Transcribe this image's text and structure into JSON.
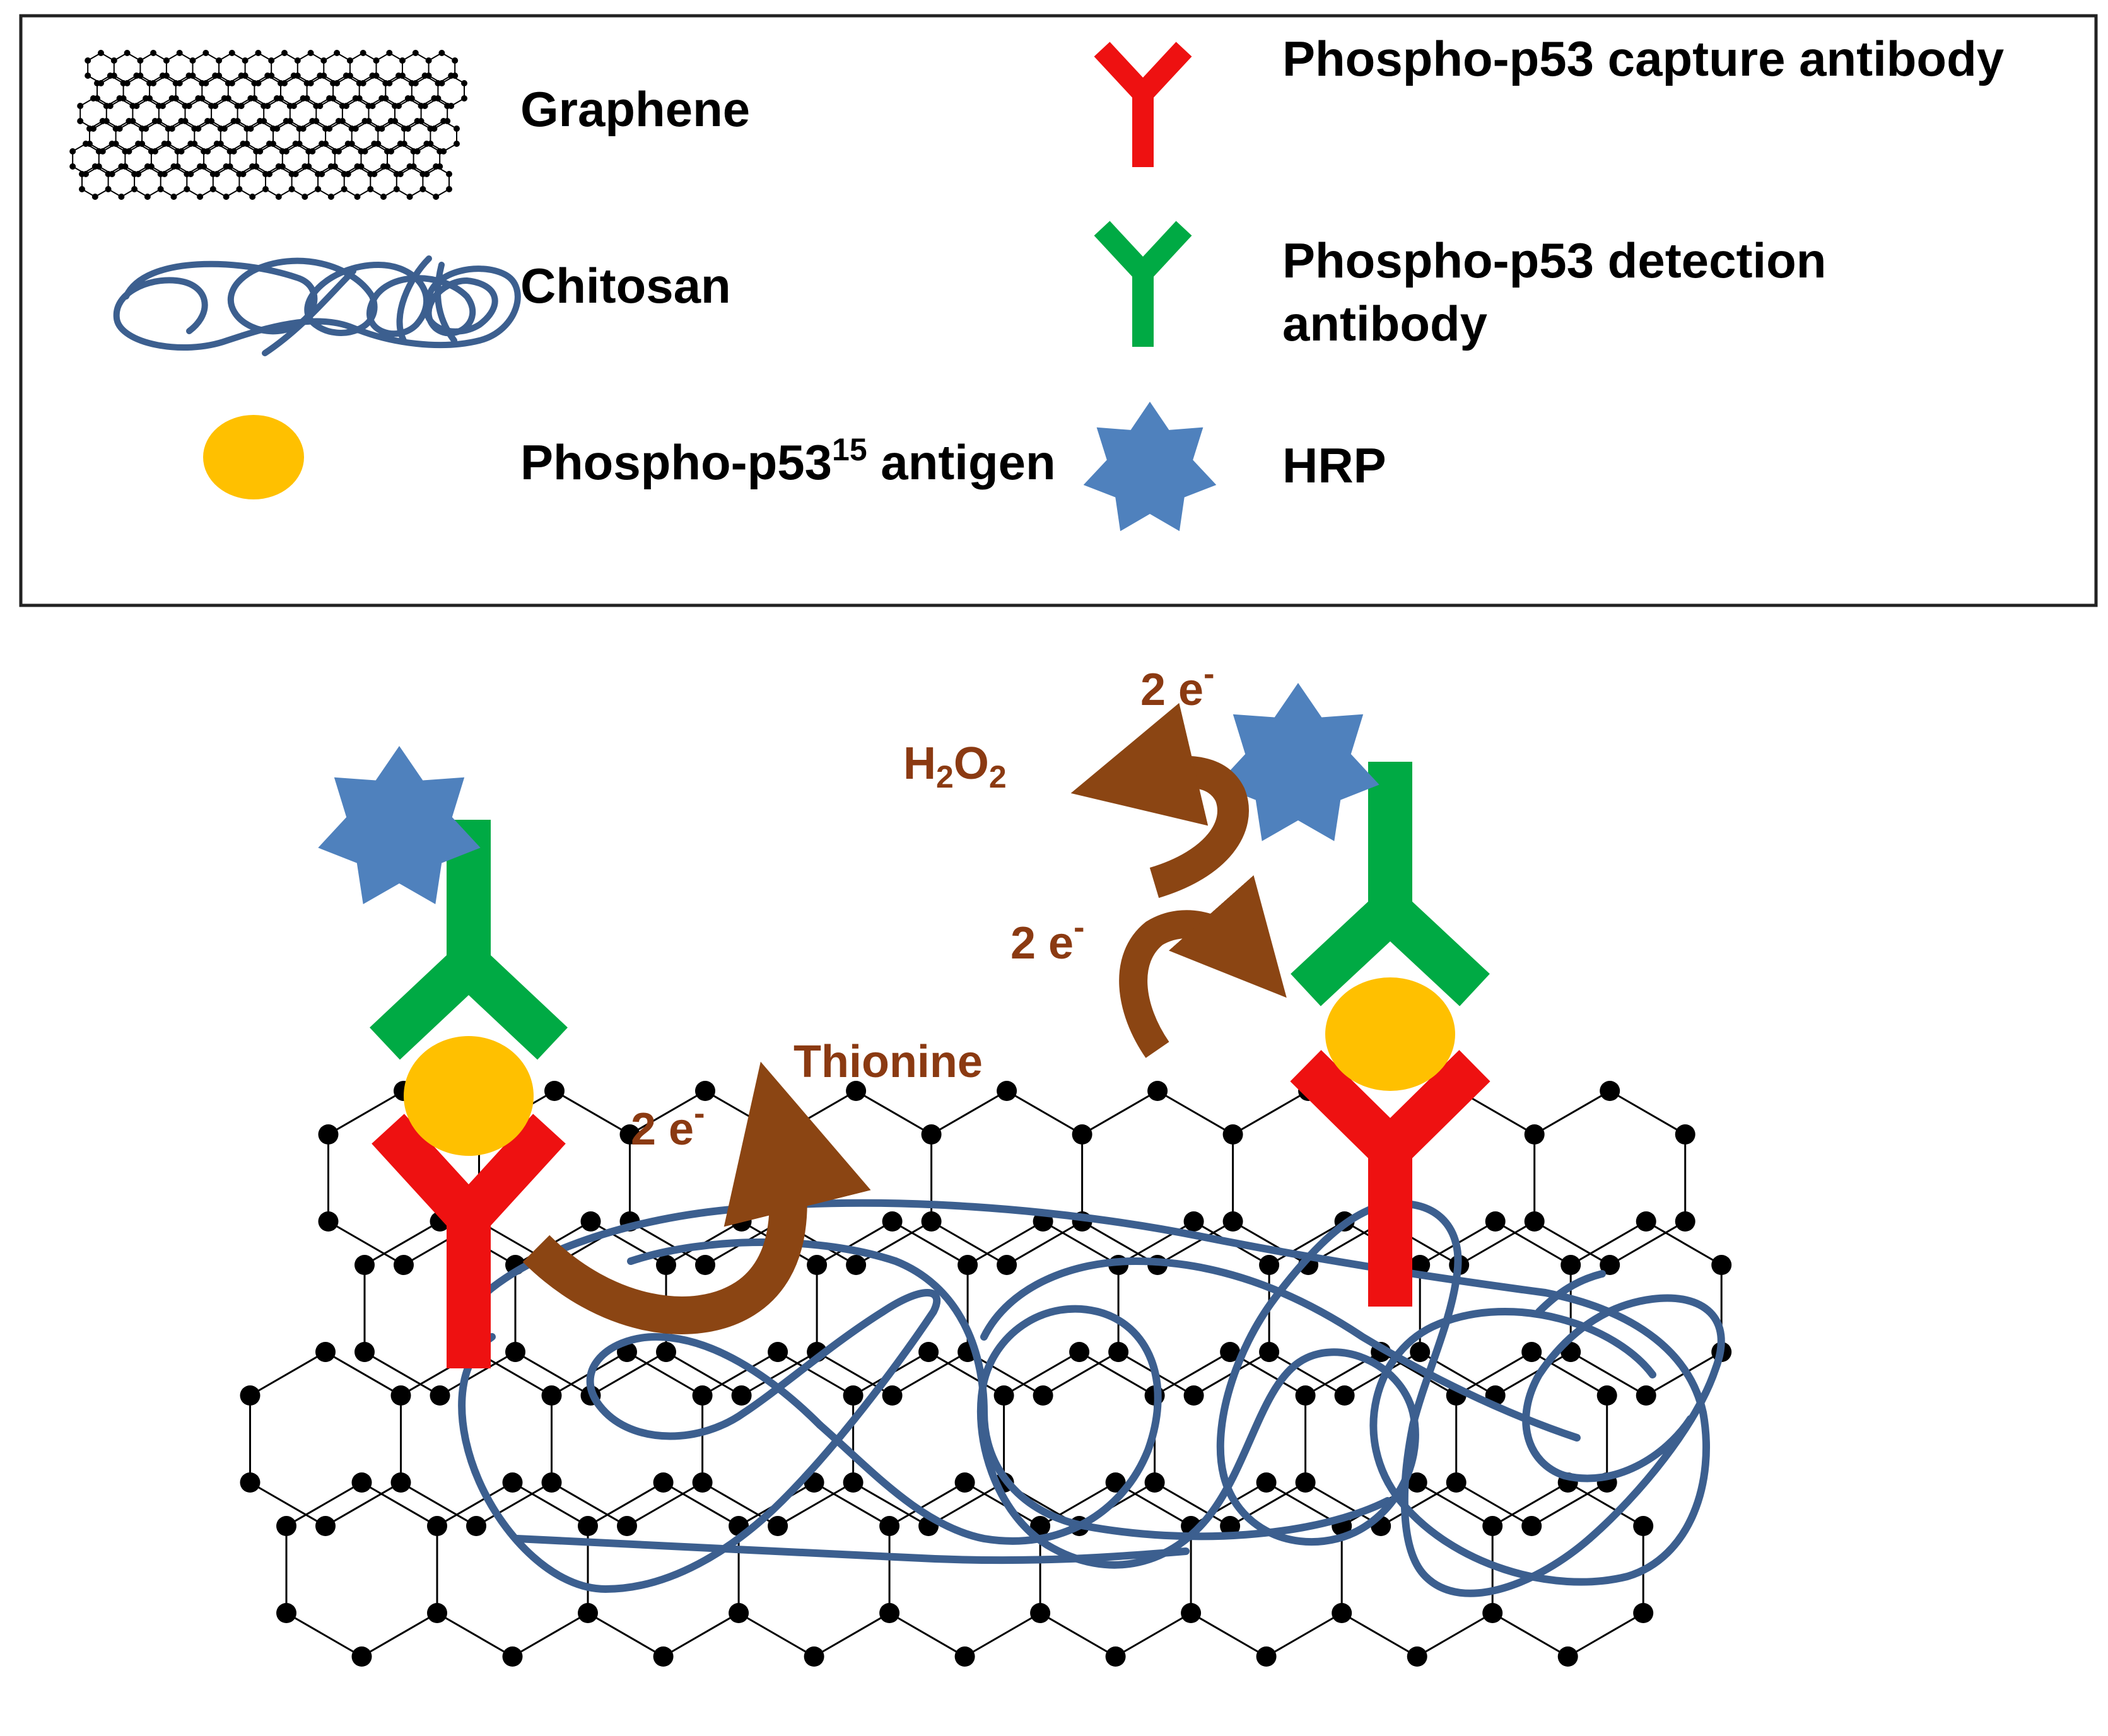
{
  "legend": {
    "graphene": "Graphene",
    "chitosan": "Chitosan",
    "antigen_prefix": "Phospho-p53",
    "antigen_sup": "15",
    "antigen_suffix": " antigen",
    "capture": "Phospho-p53 capture antibody",
    "detection_line1": "Phospho-p53 detection",
    "detection_line2": "antibody",
    "hrp": "HRP"
  },
  "reaction": {
    "electrons": "2 e",
    "electron_sign": "-",
    "thionine": "Thionine",
    "h2o2_h": "H",
    "h2o2_2a": "2",
    "h2o2_o": "O",
    "h2o2_2b": "2"
  },
  "colors": {
    "capture_antibody": "#ee1111",
    "detection_antibody": "#00aa44",
    "antigen": "#ffc000",
    "hrp": "#4f81bd",
    "chitosan": "#3c5f8f",
    "reaction_arrow": "#8b4513",
    "reaction_text": "#8b3a12",
    "graphene": "#000000"
  }
}
